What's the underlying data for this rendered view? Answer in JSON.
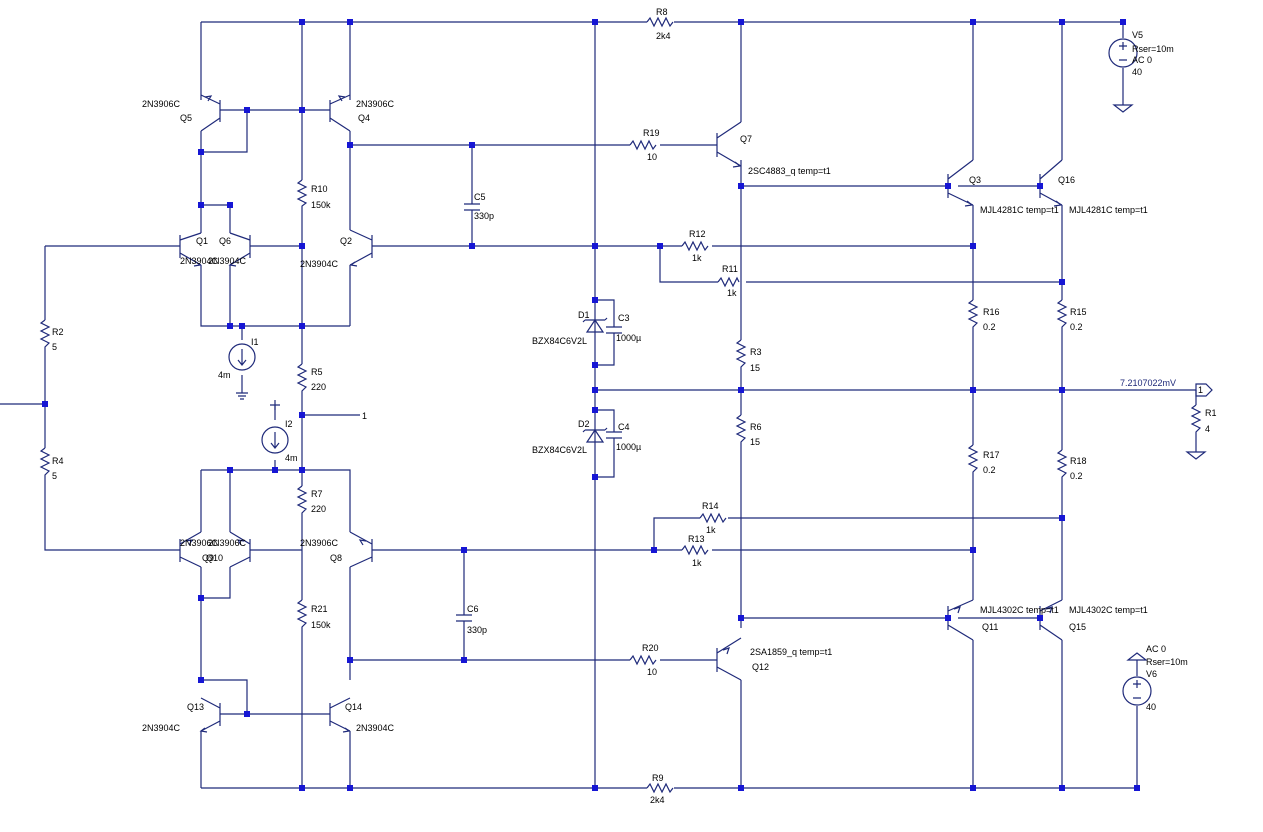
{
  "components": {
    "R8": {
      "ref": "R8",
      "val": "2k4"
    },
    "R9": {
      "ref": "R9",
      "val": "2k4"
    },
    "R10": {
      "ref": "R10",
      "val": "150k"
    },
    "R21": {
      "ref": "R21",
      "val": "150k"
    },
    "R5": {
      "ref": "R5",
      "val": "220"
    },
    "R7": {
      "ref": "R7",
      "val": "220"
    },
    "R2": {
      "ref": "R2",
      "val": "5"
    },
    "R4": {
      "ref": "R4",
      "val": "5"
    },
    "R19": {
      "ref": "R19",
      "val": "10"
    },
    "R20": {
      "ref": "R20",
      "val": "10"
    },
    "R12": {
      "ref": "R12",
      "val": "1k"
    },
    "R11": {
      "ref": "R11",
      "val": "1k"
    },
    "R14": {
      "ref": "R14",
      "val": "1k"
    },
    "R13": {
      "ref": "R13",
      "val": "1k"
    },
    "R3": {
      "ref": "R3",
      "val": "15"
    },
    "R6": {
      "ref": "R6",
      "val": "15"
    },
    "R16": {
      "ref": "R16",
      "val": "0.2"
    },
    "R15": {
      "ref": "R15",
      "val": "0.2"
    },
    "R17": {
      "ref": "R17",
      "val": "0.2"
    },
    "R18": {
      "ref": "R18",
      "val": "0.2"
    },
    "R1": {
      "ref": "R1",
      "val": "4"
    },
    "C5": {
      "ref": "C5",
      "val": "330p"
    },
    "C6": {
      "ref": "C6",
      "val": "330p"
    },
    "C3": {
      "ref": "C3",
      "val": "1000µ"
    },
    "C4": {
      "ref": "C4",
      "val": "1000µ"
    },
    "D1": {
      "ref": "D1",
      "val": "BZX84C6V2L"
    },
    "D2": {
      "ref": "D2",
      "val": "BZX84C6V2L"
    },
    "I1": {
      "ref": "I1",
      "val": "4m"
    },
    "I2": {
      "ref": "I2",
      "val": "4m"
    },
    "Q5": {
      "ref": "Q5",
      "val": "2N3906C"
    },
    "Q4": {
      "ref": "Q4",
      "val": "2N3906C"
    },
    "Q1": {
      "ref": "Q1",
      "val": "2N3904C"
    },
    "Q6": {
      "ref": "Q6",
      "val": "2N3904C"
    },
    "Q2": {
      "ref": "Q2",
      "val": "2N3904C"
    },
    "Q9": {
      "ref": "Q9",
      "val": "2N3906C"
    },
    "Q10": {
      "ref": "Q10",
      "val": "2N3906C"
    },
    "Q8": {
      "ref": "Q8",
      "val": "2N3906C"
    },
    "Q13": {
      "ref": "Q13",
      "val": "2N3904C"
    },
    "Q14": {
      "ref": "Q14",
      "val": "2N3904C"
    },
    "Q7": {
      "ref": "Q7",
      "val": "2SC4883_q temp=t1"
    },
    "Q12": {
      "ref": "Q12",
      "val": "2SA1859_q temp=t1"
    },
    "Q3": {
      "ref": "Q3",
      "val": "MJL4281C temp=t1"
    },
    "Q16": {
      "ref": "Q16",
      "val": "MJL4281C temp=t1"
    },
    "Q11": {
      "ref": "Q11",
      "val": "MJL4302C temp=t1"
    },
    "Q15": {
      "ref": "Q15",
      "val": "MJL4302C temp=t1"
    },
    "V5": {
      "ref": "V5",
      "rser": "Rser=10m",
      "ac": "AC 0",
      "val": "40"
    },
    "V6": {
      "ref": "V6",
      "rser": "Rser=10m",
      "ac": "AC 0",
      "val": "40"
    }
  },
  "labels": {
    "output_voltage": "7.2107022mV",
    "out_port": "1",
    "net_label": "1"
  }
}
